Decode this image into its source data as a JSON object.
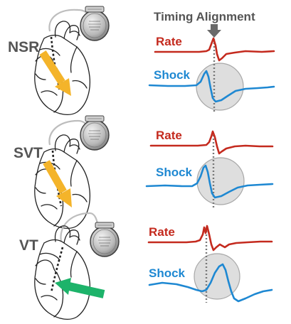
{
  "header": {
    "timing_alignment_label": "Timing Alignment"
  },
  "rows": [
    {
      "label": "NSR",
      "rate_label": "Rate",
      "shock_label": "Shock",
      "vector_arrow_color": "#F4B42A"
    },
    {
      "label": "SVT",
      "rate_label": "Rate",
      "shock_label": "Shock",
      "vector_arrow_color": "#F4B42A"
    },
    {
      "label": "VT",
      "rate_label": "Rate",
      "shock_label": "Shock",
      "vector_arrow_color": "#1DB36A"
    }
  ],
  "colors": {
    "rate_trace": "#C42A1E",
    "shock_trace": "#1E88D2",
    "row_label": "#555555",
    "alignment_marker": "#777777"
  },
  "icons": {
    "device": "pacemaker-icd-device-icon",
    "heart": "heart-outline-icon",
    "alignment_arrow": "arrow-down-icon"
  }
}
